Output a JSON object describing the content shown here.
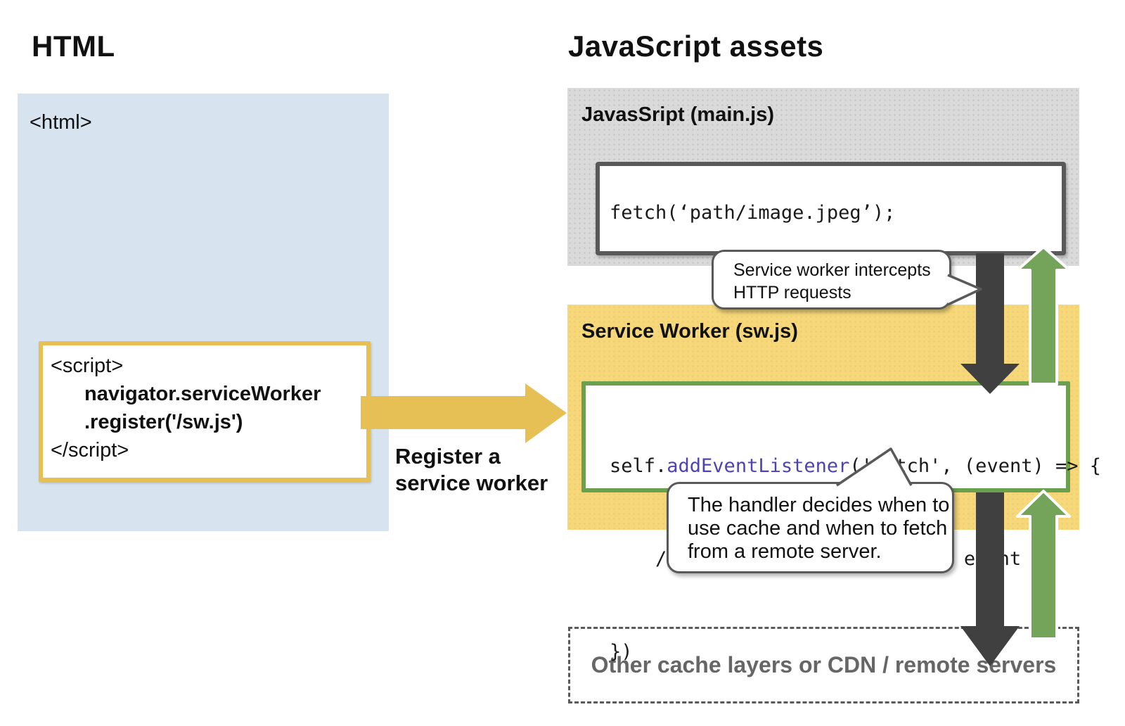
{
  "page": {
    "left_heading": "HTML",
    "right_heading": "JavaScript assets"
  },
  "html_panel": {
    "tag": "<html>",
    "script_box": {
      "open": "<script>",
      "line1": "navigator.serviceWorker",
      "line2": ".register('/sw.js')",
      "close": "</script>"
    }
  },
  "register_arrow": {
    "label_line1": "Register a",
    "label_line2": "service worker"
  },
  "main_js_panel": {
    "title": "JavasSript (main.js)",
    "code": "fetch(‘path/image.jpeg’);"
  },
  "sw_panel": {
    "title": "Service Worker (sw.js)",
    "code": {
      "l1_pre": "self.",
      "l1_keyword": "addEventListener",
      "l1_post": "('fetch', (event) => {",
      "l2": "    // logic of handling fetch event",
      "l3": "})"
    }
  },
  "callouts": {
    "intercept": {
      "line1": "Service worker intercepts",
      "line2": "HTTP requests"
    },
    "handler": {
      "line1": "The handler decides when to",
      "line2": "use cache and when to fetch",
      "line3": "from a remote server."
    }
  },
  "bottom_box": {
    "label": "Other cache layers or CDN / remote servers"
  },
  "colors": {
    "panel_blue": "#d8e3f0",
    "panel_gray": "#dadada",
    "panel_yellow": "#f6d87a",
    "gold": "#e7c055",
    "green": "#74a35a",
    "green_border": "#6aa04e",
    "dark": "#404040",
    "purple": "#4f43b2",
    "gray_text": "#666666",
    "bubble_border": "#595959"
  }
}
